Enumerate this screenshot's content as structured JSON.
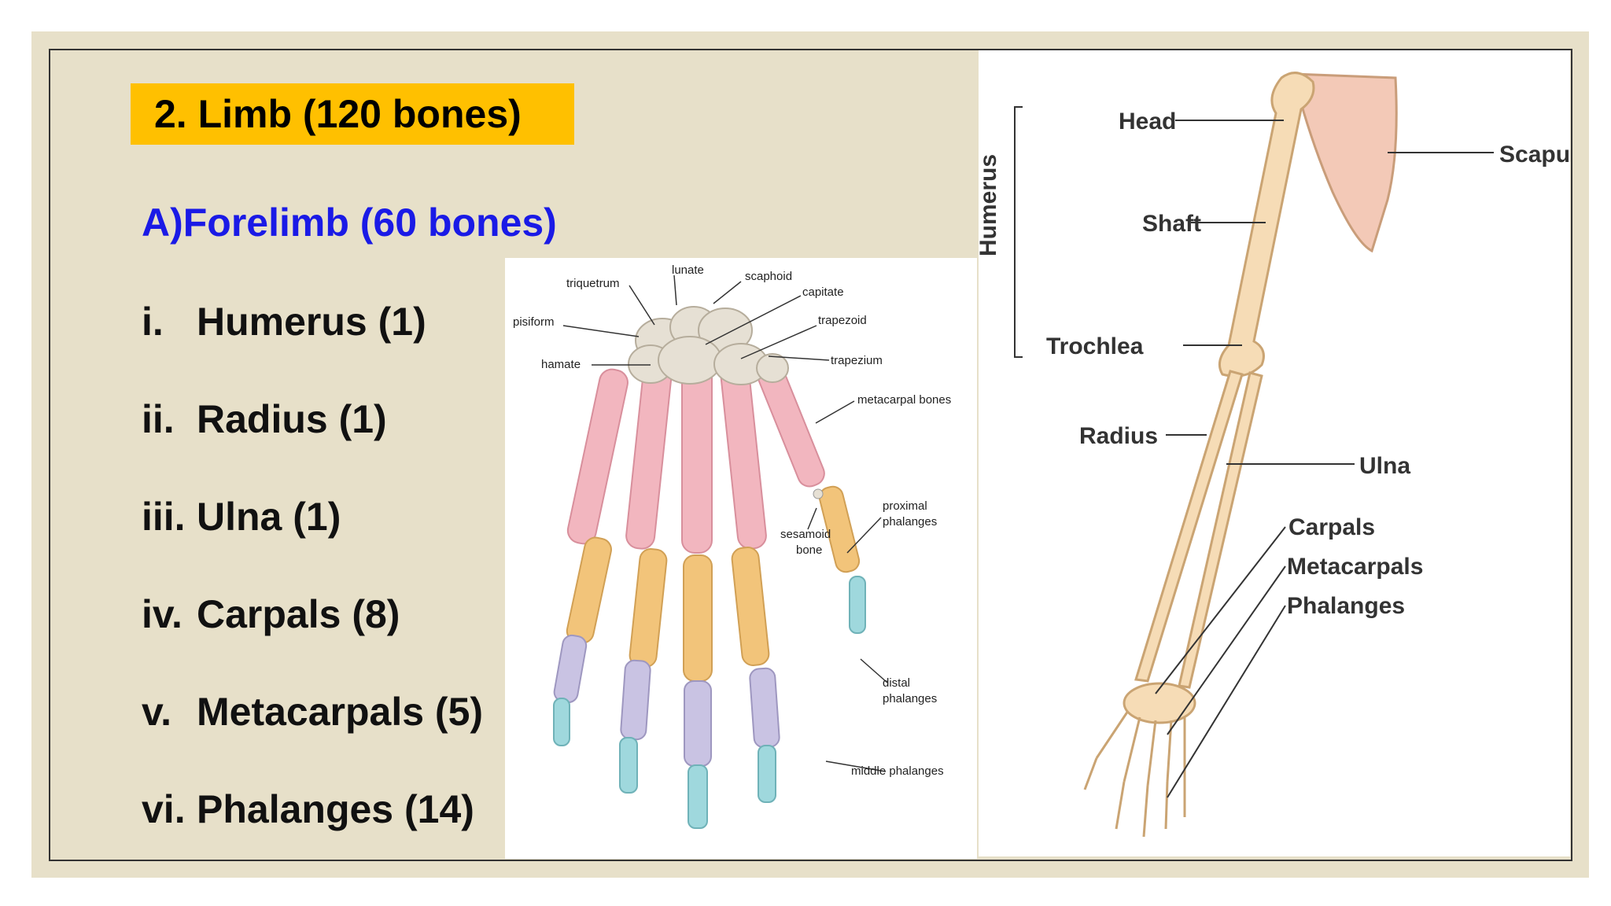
{
  "section_badge": "2. Limb (120 bones)",
  "subsection": "A)Forelimb (60 bones)",
  "bones": [
    {
      "num": "i.",
      "text": "Humerus (1)"
    },
    {
      "num": "ii.",
      "text": "Radius (1)"
    },
    {
      "num": "iii.",
      "text": "Ulna (1)"
    },
    {
      "num": "iv.",
      "text": "Carpals (8)"
    },
    {
      "num": "v.",
      "text": "Metacarpals (5)"
    },
    {
      "num": "vi.",
      "text": "Phalanges (14)"
    }
  ],
  "hand_labels": {
    "lunate": "lunate",
    "triquetrum": "triquetrum",
    "scaphoid": "scaphoid",
    "capitate": "capitate",
    "pisiform": "pisiform",
    "trapezoid": "trapezoid",
    "hamate": "hamate",
    "trapezium": "trapezium",
    "metacarpal_bones": "metacarpal bones",
    "proximal_1": "proximal",
    "proximal_2": "phalanges",
    "sesamoid_1": "sesamoid",
    "sesamoid_2": "bone",
    "distal_1": "distal",
    "distal_2": "phalanges",
    "middle_phalanges": "middle phalanges"
  },
  "arm_labels": {
    "humerus": "Humerus",
    "head": "Head",
    "scapula": "Scapula",
    "shaft": "Shaft",
    "trochlea": "Trochlea",
    "radius": "Radius",
    "ulna": "Ulna",
    "carpals": "Carpals",
    "metacarpals": "Metacarpals",
    "phalanges": "Phalanges"
  },
  "colors": {
    "badge": "#ffc000",
    "heading_blue": "#1a1ae6",
    "slide_bg": "#e7e0c9",
    "carpal": "#e6e0d4",
    "metacarpal": "#f2b6bf",
    "proximal_phalanx": "#f2c47a",
    "middle_phalanx": "#c9c3e3",
    "distal_phalanx": "#9fd8dd",
    "arm_bone": "#f6dcb6",
    "scapula": "#f3c9b7"
  }
}
